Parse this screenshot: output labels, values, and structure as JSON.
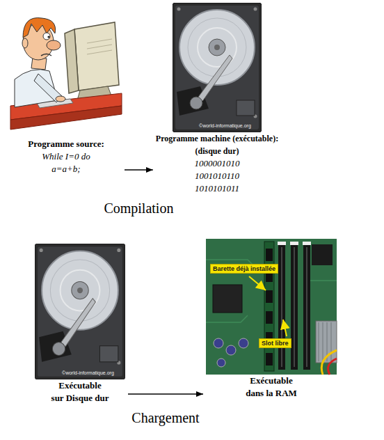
{
  "diagram": {
    "nodes": [
      {
        "text": [
          "Programme source:",
          "While I=0 do",
          "a=a+b;"
        ]
      },
      {
        "text": [
          "Programme machine (exécutable):",
          "(disque dur)",
          "1000001010",
          "1001010110",
          "1010101011"
        ]
      },
      {
        "text": [
          "Exécutable",
          "sur Disque dur"
        ]
      },
      {
        "text": [
          "Exécutable",
          "dans la RAM"
        ]
      }
    ],
    "edges": [
      {
        "from": 0,
        "to": 1,
        "arrow": "to",
        "label": "Compilation"
      },
      {
        "from": 2,
        "to": 3,
        "arrow": "to",
        "label": "Chargement"
      }
    ],
    "labels": [
      "Barette déjà installée",
      "Slot libre",
      "©world-informatique.org",
      "©world-informatique.org"
    ]
  }
}
